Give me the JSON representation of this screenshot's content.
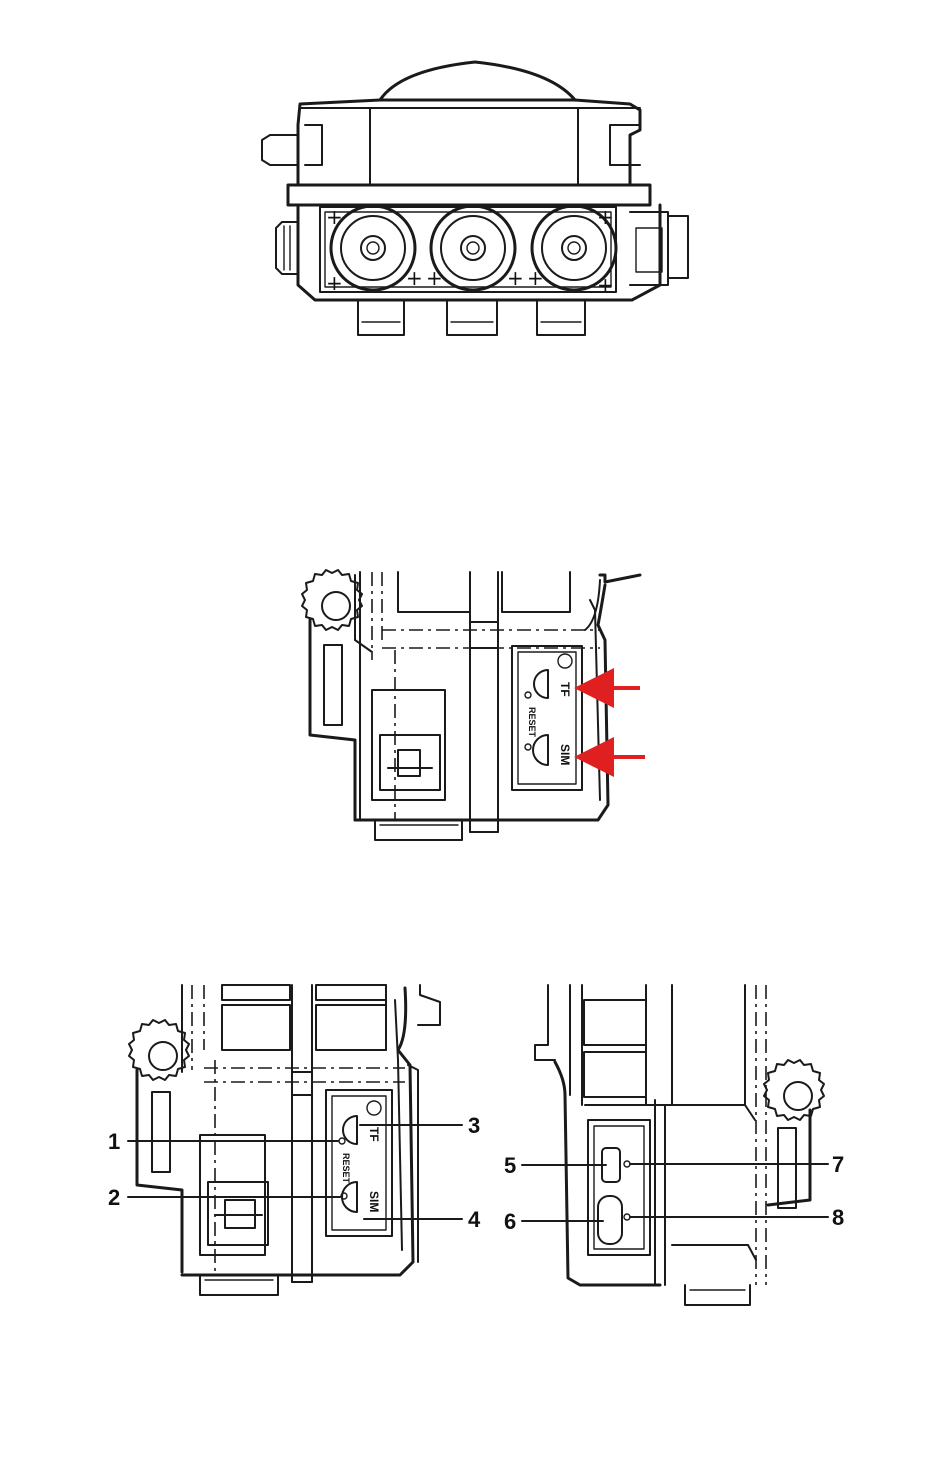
{
  "battery_view": {
    "polarity_mark": "+"
  },
  "slot_view": {
    "tf_label": "TF",
    "reset_label": "RESET",
    "sim_label": "SIM",
    "arrow_color": "#e02020"
  },
  "left_callouts": {
    "n1": "1",
    "n2": "2",
    "n3": "3",
    "n4": "4",
    "tf_label": "TF",
    "reset_label": "RESET",
    "sim_label": "SIM"
  },
  "right_callouts": {
    "n5": "5",
    "n6": "6",
    "n7": "7",
    "n8": "8"
  }
}
